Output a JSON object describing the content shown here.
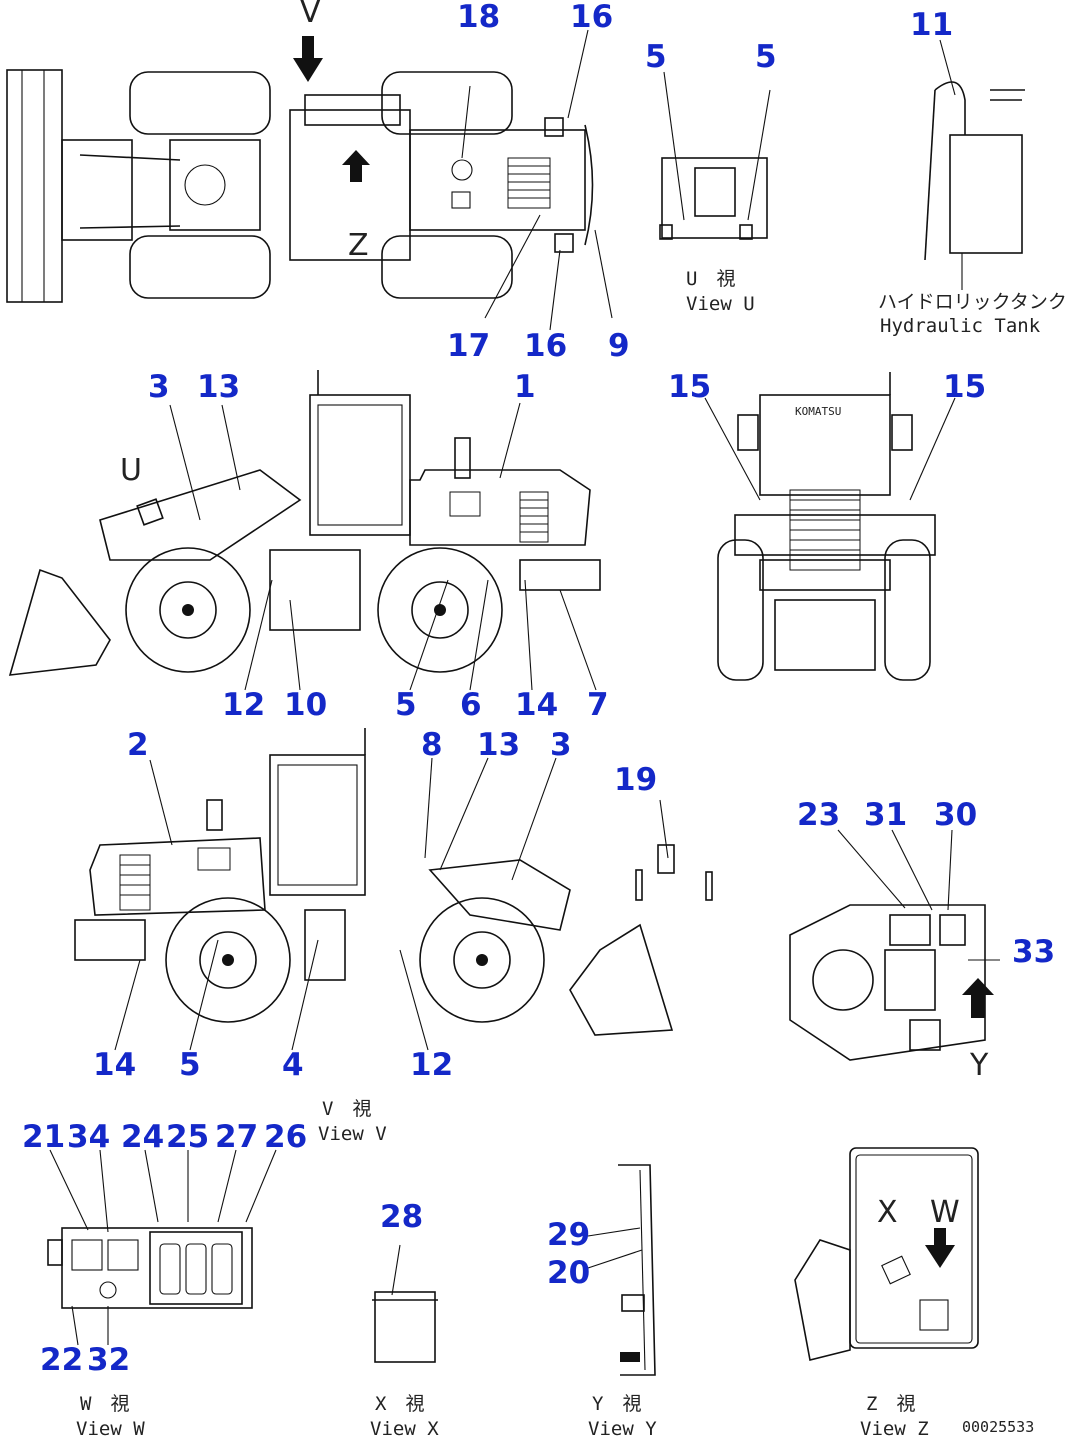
{
  "callouts": {
    "top": [
      "18",
      "16",
      "16",
      "17",
      "9"
    ],
    "view_u": [
      "5",
      "5"
    ],
    "hydraulic": [
      "11"
    ],
    "right_side": [
      "3",
      "13",
      "1",
      "12",
      "10",
      "5",
      "6",
      "14",
      "7"
    ],
    "front": [
      "15",
      "15"
    ],
    "left_side": [
      "2",
      "8",
      "13",
      "3",
      "19",
      "14",
      "5",
      "4",
      "12"
    ],
    "view_y_top": [
      "23",
      "31",
      "30",
      "33"
    ],
    "view_w": [
      "21",
      "34",
      "24",
      "25",
      "27",
      "26",
      "22",
      "32"
    ],
    "view_x": [
      "28"
    ],
    "view_y": [
      "29",
      "20"
    ],
    "view_z": []
  },
  "view_letters": {
    "top_v": "V",
    "top_z": "Z",
    "side_u": "U",
    "zv_x": "X",
    "zv_w": "W",
    "y_arrow": "Y"
  },
  "captions": {
    "view_u_jp": "U　視",
    "view_u_en": "View U",
    "hydraulic_jp": "ハイドロリックタンク",
    "hydraulic_en": "Hydraulic Tank",
    "view_v_jp": "V　視",
    "view_v_en": "View V",
    "view_w_jp": "W　視",
    "view_w_en": "View W",
    "view_x_jp": "X　視",
    "view_x_en": "View X",
    "view_y_jp": "Y　視",
    "view_y_en": "View Y",
    "view_z_jp": "Z　視",
    "view_z_en": "View Z"
  },
  "front_brand": "KOMATSU",
  "part_code": "00025533",
  "colors": {
    "callout": "#1428c8",
    "line": "#111111",
    "paper": "#ffffff"
  }
}
